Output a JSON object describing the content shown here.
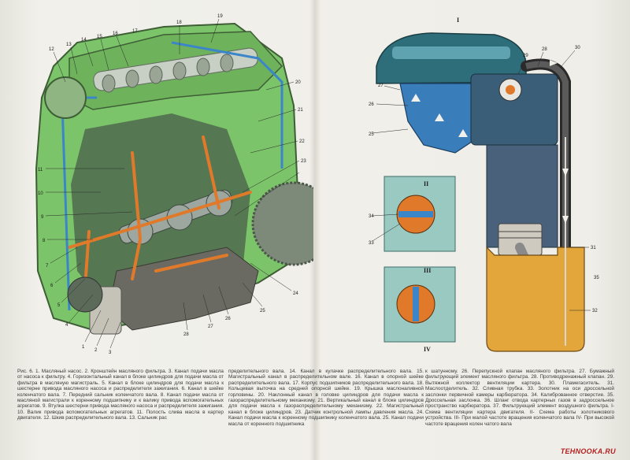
{
  "figure_roman_right": "I",
  "detail_romans": [
    "II",
    "III",
    "IV"
  ],
  "labels_left": [
    "1",
    "2",
    "3",
    "4",
    "5",
    "6",
    "7",
    "8",
    "9",
    "10",
    "11",
    "12",
    "13",
    "14",
    "15",
    "16",
    "17",
    "18",
    "19",
    "20",
    "21",
    "22",
    "23",
    "24",
    "25",
    "26",
    "27",
    "28"
  ],
  "labels_right": [
    "25",
    "26",
    "27",
    "28",
    "29",
    "30",
    "31",
    "32",
    "33",
    "34",
    "35"
  ],
  "caption": {
    "col1": "Рис. 6. 1. Масляный насос. 2. Кронштейн масляного фильтра. 3. Канал подачи масла от насоса к фильтру. 4. Горизонтальный канал в блоке цилиндров для подачи масла от фильтра в масляную магистраль. 5. Канал в блоке цилиндров для подачи масла к шестерне привода масляного насоса и распределителя зажигания. 6. Канал в шейке коленчатого вала. 7. Передний сальник коленчатого вала. 8. Канал подачи масла от масляной магистрали к коренному подшипнику и к валику привода вспомогательных агрегатов. 9. Втулка шестерни привода масляного насоса и распределителя зажигания. 10. Валик привода вспомогательных агрегатов. 11. Полость слива масла в картер двигателя. 12. Шкив распределительного вала. 13. Сальник рас",
    "col2": "пределительного вала. 14. Канал в кулачке распределительного вала. 15. Магистральный канал в распределительном вале. 16. Канал в опорной шейке распределительного вала. 17. Корпус подшипников распределительного вала. 18. Кольцевая выточка на средней опорной шейке. 19. Крышка маслоналивной горловины. 20. Наклонный канал в головке цилиндров для подачи масла к газораспределительному механизму. 21. Вертикальный канал в блоке цилиндров для подачи масла к газораспределительному механизму. 22. Магистральный канал в блоке цилиндров. 23. Датчик контрольной лампы давления масла. 24. Канал подачи масла к коренному подшипнику коленчатого вала. 25. Канал подачи масла от коренного подшипника",
    "col3": "к шатунному. 26. Перепускной клапан масляного фильтра. 27. Бумажный фильтрующий элемент масляного фильтра. 28. Противодренажный клапан. 29. Вытяжной коллектор вентиляции картера. 30. Пламегаситель. 31. Маслоотделитель. 32. Сливная трубка. 33. Золотник на оси дроссельной заслонки первичной камеры карбюратора. 34. Калиброванное отверстие. 35. Дроссельная заслонка. 36. Шланг отвода картерных газов в задроссельное пространство карбюратора. 37. Фильтрующий элемент воздушного фильтра. I- Схема вентиляции картера двигателя. II- Схема работы золотникового устройства. III- При малой частоте вращения коленчатого вала IV- При высокой частоте вращения колен чатого вала"
  },
  "watermark": "TEHNOOKA.RU",
  "colors": {
    "engine_green": "#7cc46a",
    "oil_orange": "#e07a2a",
    "channel_blue": "#3a86c8",
    "block_grey": "#4f6a4c",
    "oil_yellow": "#e2a63a",
    "watermark_red": "#b22020"
  }
}
